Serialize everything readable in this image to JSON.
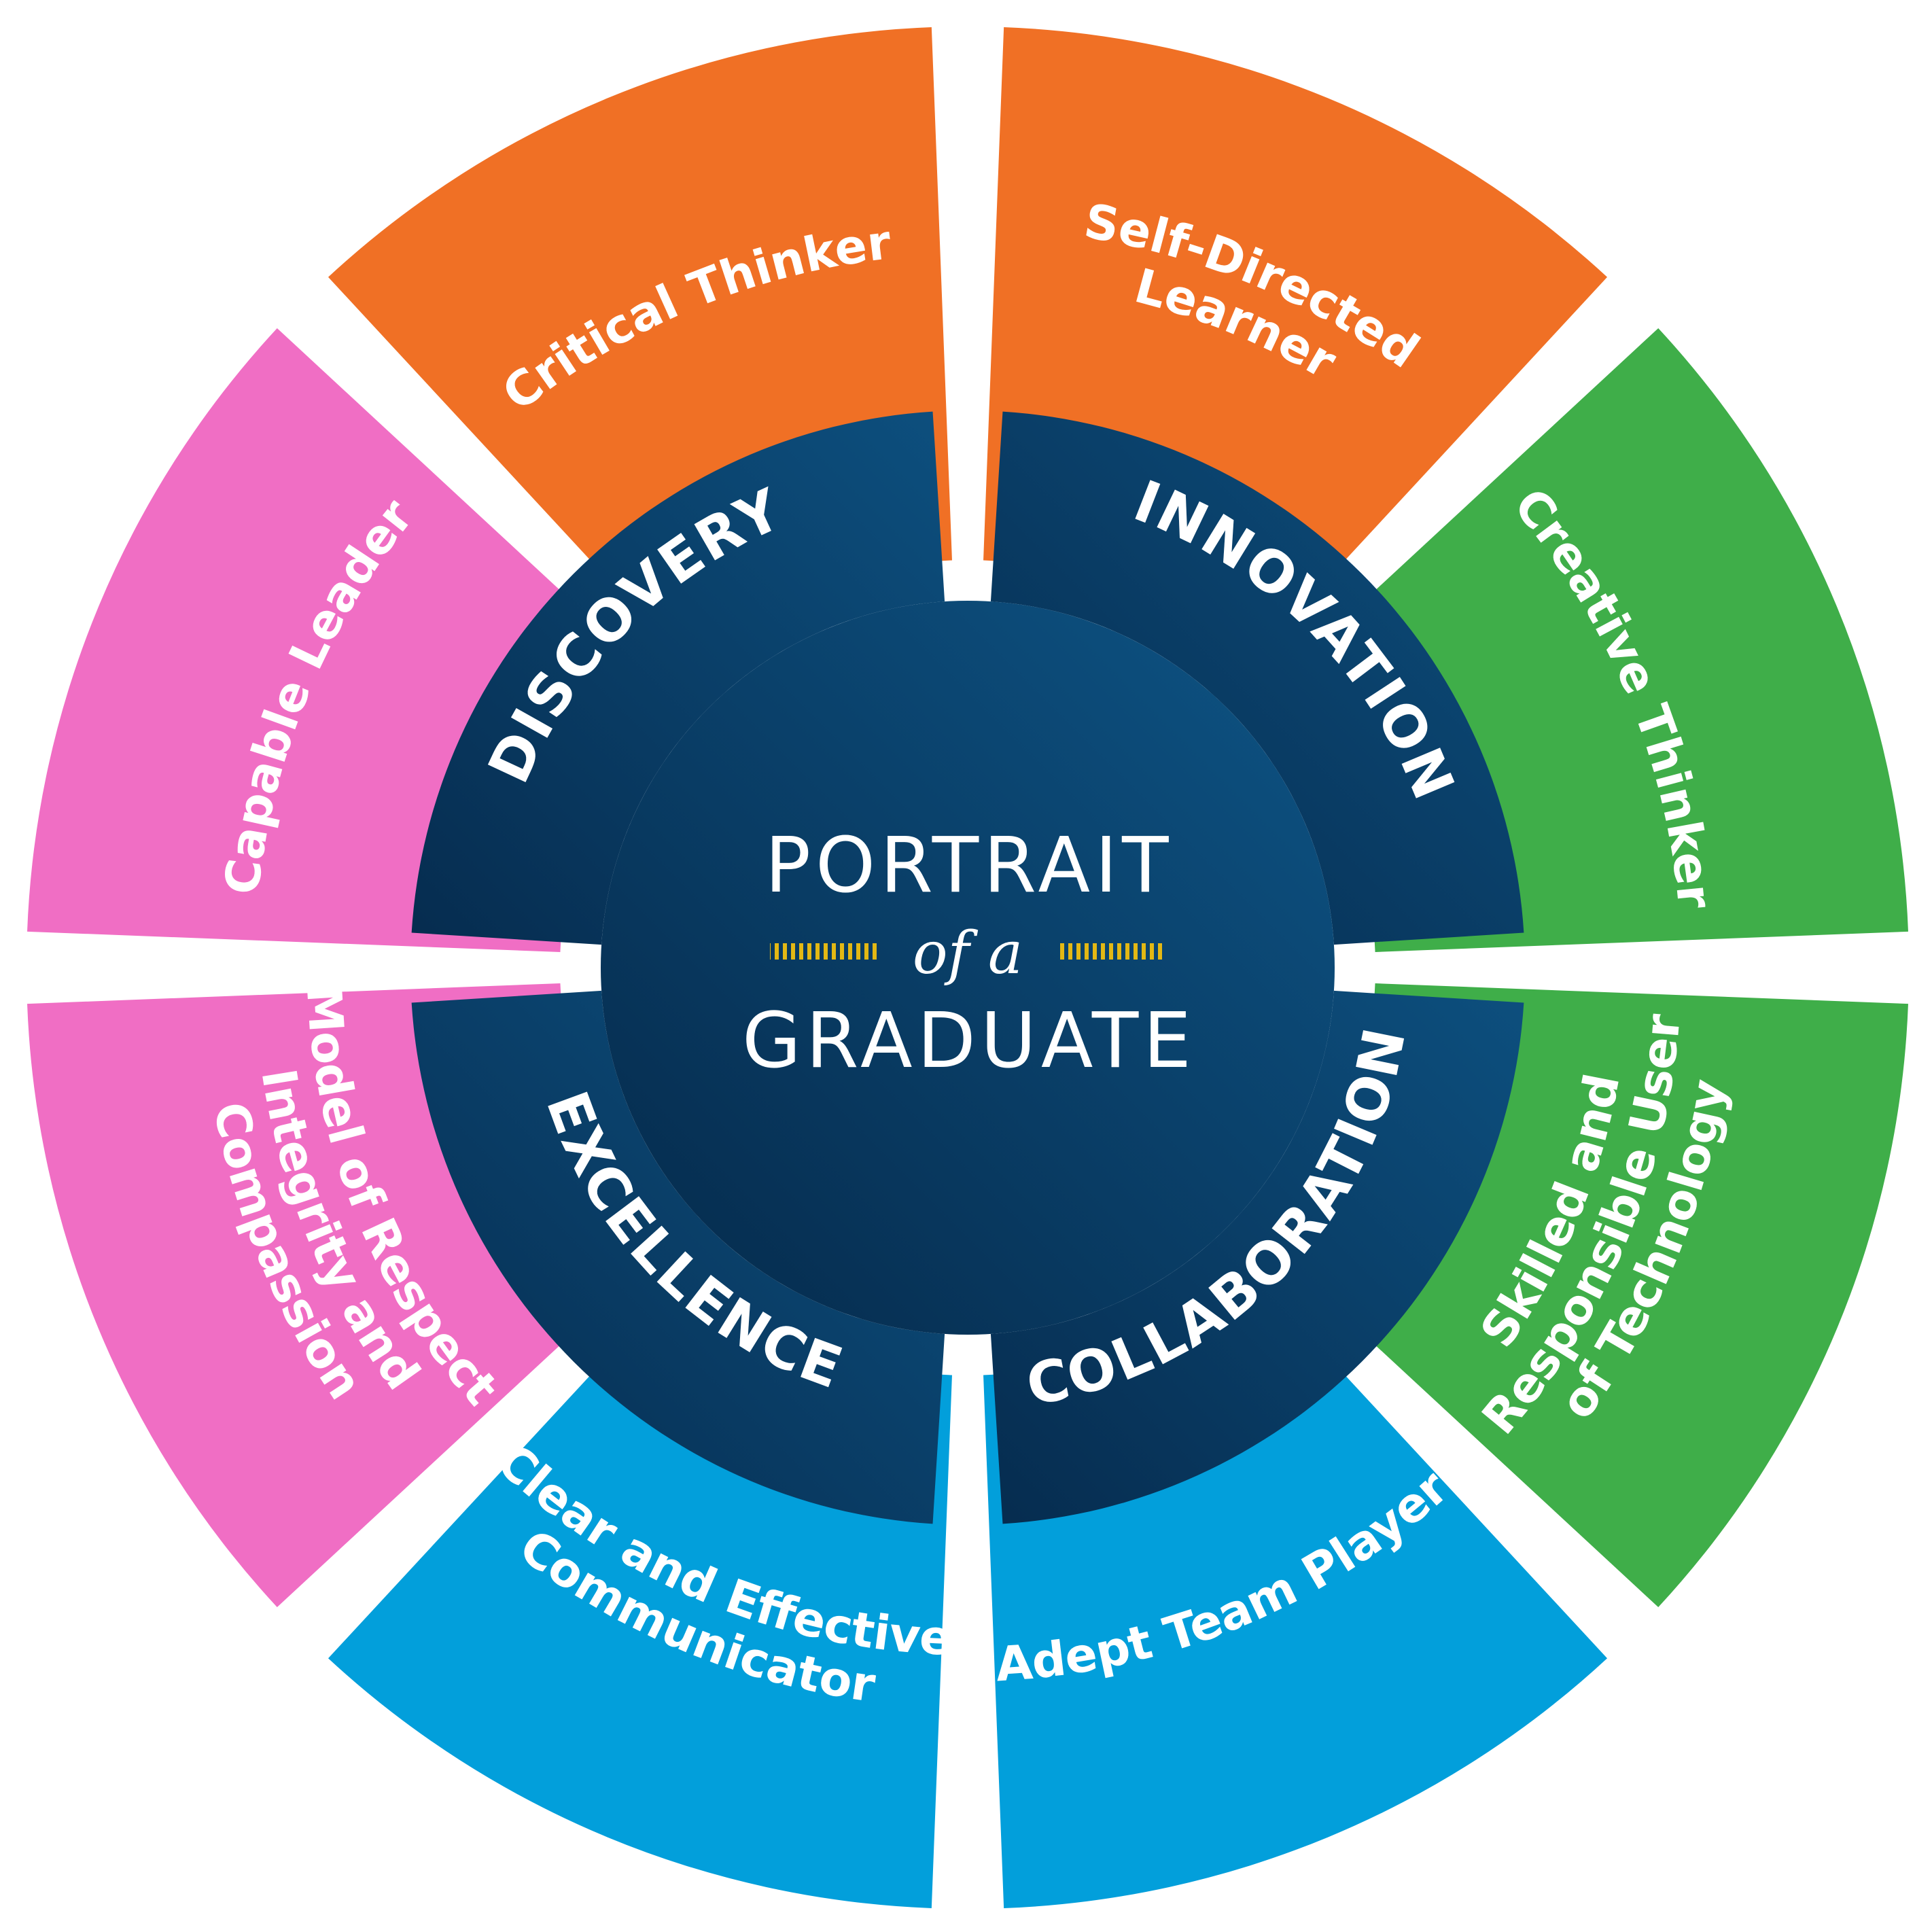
{
  "center": {
    "line1": "PORTRAIT",
    "line2": "of a",
    "line3": "GRADUATE"
  },
  "inner_ring": [
    {
      "id": "discovery",
      "label": "DISCOVERY",
      "color": "#0c4a75"
    },
    {
      "id": "innovation",
      "label": "INNOVATION",
      "color": "#0c4a75"
    },
    {
      "id": "collaboration",
      "label": "COLLABORATION",
      "color": "#0c4a75"
    },
    {
      "id": "excellence",
      "label": "EXCELLENCE",
      "color": "#0c4a75"
    }
  ],
  "outer_ring": [
    {
      "id": "self-directed-learner",
      "lines": [
        "Self-Directed",
        "Learner"
      ],
      "color": "#f07025"
    },
    {
      "id": "creative-thinker",
      "lines": [
        "Creative Thinker"
      ],
      "color": "#3fae49"
    },
    {
      "id": "skilled-responsible-user",
      "lines": [
        "Skilled and",
        "Responsible User",
        "of Technology"
      ],
      "color": "#3fae49"
    },
    {
      "id": "adept-team-player",
      "lines": [
        "Adept Team Player"
      ],
      "color": "#029fdb"
    },
    {
      "id": "clear-effective-communicator",
      "lines": [
        "Clear and Effective",
        "Communicator"
      ],
      "color": "#029fdb"
    },
    {
      "id": "model-of-respect",
      "lines": [
        "Model of Respect,",
        "Integrity and",
        "Compassion"
      ],
      "color": "#f06ec4"
    },
    {
      "id": "capable-leader",
      "lines": [
        "Capable Leader"
      ],
      "color": "#f06ec4"
    },
    {
      "id": "critical-thinker",
      "lines": [
        "Critical Thinker"
      ],
      "color": "#f07025"
    }
  ],
  "colors": {
    "navy_dark": "#063156",
    "navy": "#0c4a75",
    "gold_accent": "#e3b814"
  }
}
